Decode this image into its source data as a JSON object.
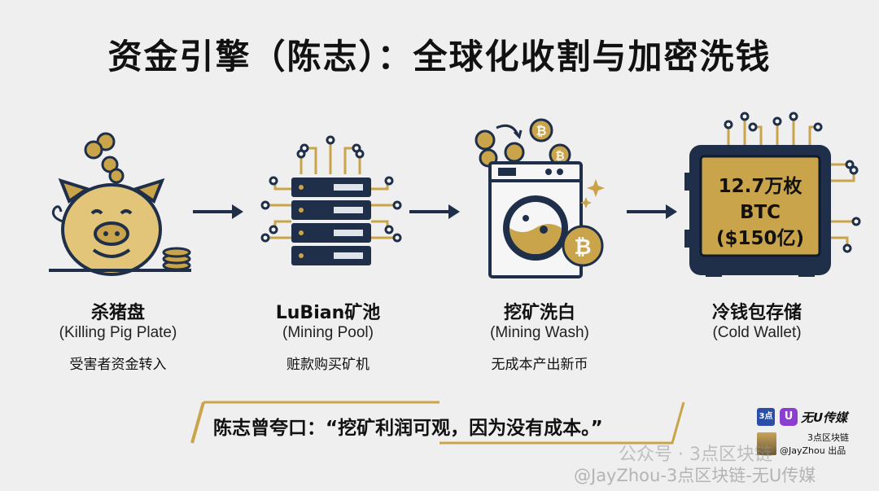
{
  "title": "资金引擎（陈志）：全球化收割与加密洗钱",
  "stages": [
    {
      "name": "杀猪盘",
      "en": "(Killing Pig Plate)",
      "desc": "受害者资金转入",
      "icon": "piggy-bank-icon"
    },
    {
      "name": "LuBian矿池",
      "en": "(Mining Pool)",
      "desc": "赃款购买矿机",
      "icon": "server-rack-icon"
    },
    {
      "name": "挖矿洗白",
      "en": "(Mining Wash)",
      "desc": "无成本产出新币",
      "icon": "washing-machine-icon"
    },
    {
      "name": "冷钱包存储",
      "en": "(Cold Wallet)",
      "desc": "",
      "icon": "safe-vault-icon"
    }
  ],
  "vault_text": {
    "line1": "12.7万枚",
    "line2": "BTC",
    "line3": "($150亿)"
  },
  "quote": "陈志曾夸口：“挖矿利润可观，因为没有成本。”",
  "brand": {
    "logo1": "3点",
    "logo2": "U",
    "name": "无U传媒",
    "sub": "3点区块链",
    "credit": "@JayZhou 出品"
  },
  "watermark": {
    "line1": "公众号 · 3点区块链",
    "line2": "@JayZhou-3点区块链-无U传媒"
  },
  "colors": {
    "navy": "#1f2f4a",
    "gold": "#c9a44a",
    "light_gold": "#e3c57a",
    "background": "#efefef"
  }
}
